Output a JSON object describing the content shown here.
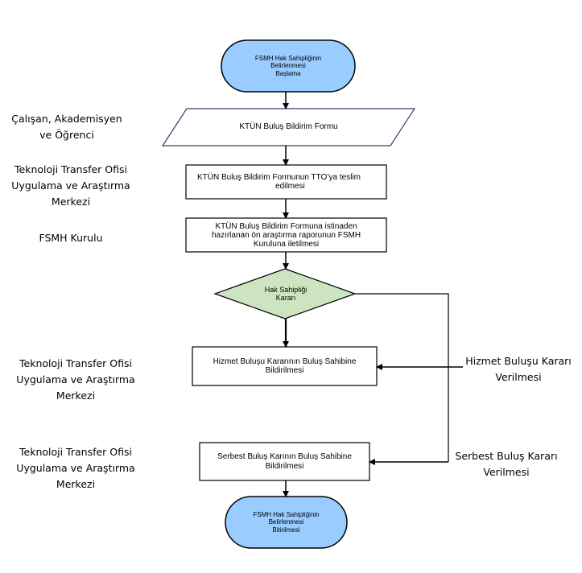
{
  "start": {
    "lines": [
      "FSMH Hak Sahipliğinin",
      "Belirlenmesi",
      "Başlama"
    ]
  },
  "form": {
    "text": "KTÜN Buluş Bildirim Formu"
  },
  "submit": {
    "lines": [
      "KTÜN Buluş Bildirim Formunun TTO’ya teslim",
      "edilmesi"
    ]
  },
  "report": {
    "lines": [
      "KTÜN Buluş Bildirim Formuna istinaden",
      "hazırlanan ön araştırma raporunun FSMH",
      "Kuruluna iletilmesi"
    ]
  },
  "decision": {
    "lines": [
      "Hak Sahipliği",
      "Kararı"
    ]
  },
  "service": {
    "lines": [
      "Hizmet Buluşu Kararının Buluş Sahibine",
      "Bildirilmesi"
    ]
  },
  "free": {
    "lines": [
      "Serbest Buluş Karının Buluş Sahibine",
      "Bildirilmesi"
    ]
  },
  "end": {
    "lines": [
      "FSMH Hak Sahipliğinin",
      "Belirlenmesi",
      "Bitirilmesi"
    ]
  },
  "actors": {
    "employee": [
      "Çalışan, Akademisyen",
      "ve Öğrenci"
    ],
    "tto1": [
      "Teknoloji Transfer Ofisi",
      "Uygulama ve Araştırma",
      "Merkezi"
    ],
    "board": [
      "FSMH Kurulu"
    ],
    "tto2": [
      "Teknoloji Transfer Ofisi",
      "Uygulama ve Araştırma",
      "Merkezi"
    ],
    "tto3": [
      "Teknoloji Transfer Ofisi",
      "Uygulama ve Araştırma",
      "Merkezi"
    ]
  },
  "outcomes": {
    "service": [
      "Hizmet Buluşu Kararı",
      "Verilmesi"
    ],
    "free": [
      "Serbest Buluş Kararı",
      "Verilmesi"
    ]
  },
  "colors": {
    "terminal_fill": "#99ccff",
    "decision_fill": "#cce5c0",
    "stroke": "#000000"
  }
}
